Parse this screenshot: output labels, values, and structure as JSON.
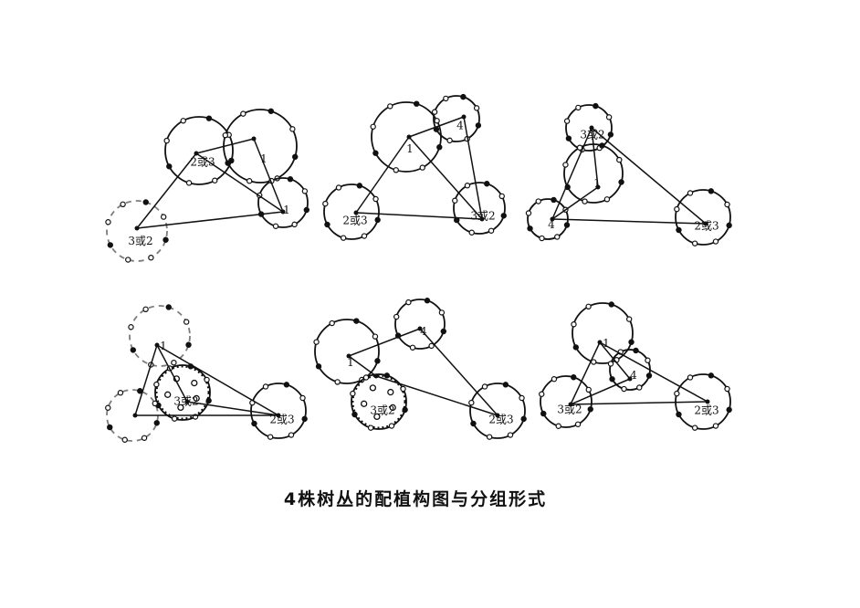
{
  "caption": "4株树丛的配植构图与分组形式",
  "panels": [
    {
      "labels": [
        "2或3",
        "1",
        "1",
        "3或2"
      ]
    },
    {
      "labels": [
        "1",
        "4",
        "2或3",
        "3或2"
      ]
    },
    {
      "labels": [
        "3或2",
        "1",
        "4",
        "2或3"
      ]
    },
    {
      "labels": [
        "1",
        "3或2",
        "2或3",
        ""
      ]
    },
    {
      "labels": [
        "1",
        "4",
        "3或2",
        "2或3"
      ]
    },
    {
      "labels": [
        "1",
        "4",
        "3或2",
        "2或3"
      ]
    }
  ],
  "colors": {
    "ink": "#111111"
  }
}
